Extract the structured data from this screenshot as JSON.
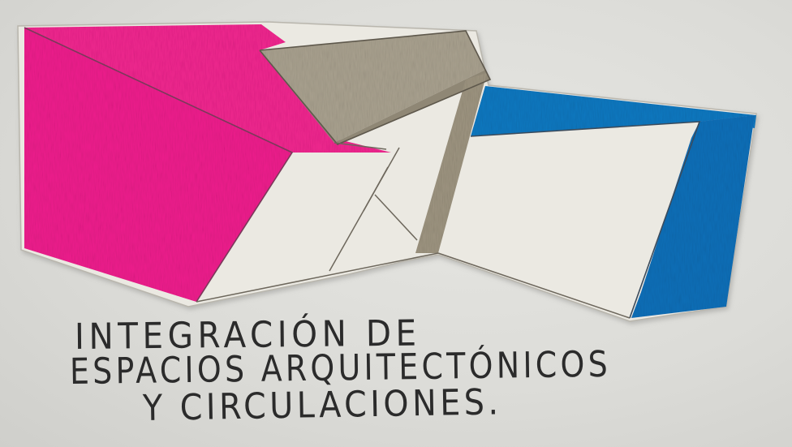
{
  "caption": {
    "line1": "INTEGRACIÓN DE",
    "line2": "ESPACIOS ARQUITECTÓNICOS",
    "line3": "Y CIRCULACIONES."
  },
  "colors": {
    "magenta": "#ee1c8d",
    "blue": "#0e75bd",
    "gray": "#a39b8a",
    "paper": "#e8e6df",
    "background": "#dcdcd8",
    "pencil": "#6d675c"
  }
}
